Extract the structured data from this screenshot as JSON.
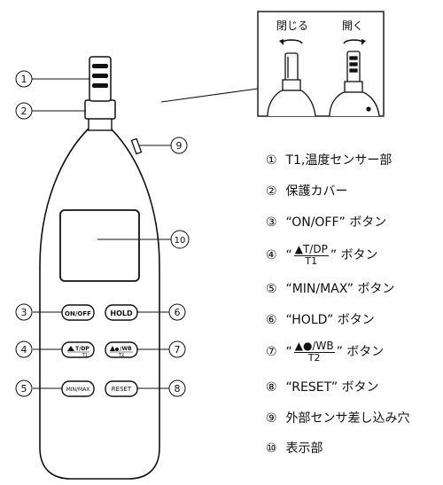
{
  "callouts": [
    "①",
    "②",
    "③",
    "④",
    "⑤",
    "⑥",
    "⑦",
    "⑧",
    "⑨",
    "⑩"
  ],
  "buttons": {
    "onoff": "ON/OFF",
    "hold": "HOLD",
    "tdp_top": "T/DP",
    "tdp_bottom": "T1",
    "wb_top": "/WB",
    "wb_bottom": "T2",
    "minmax": "MIN/MAX",
    "reset": "RESET"
  },
  "inset": {
    "close_label": "閉じる",
    "open_label": "開く"
  },
  "legend": [
    {
      "num": "①",
      "text": "T1,温度センサー部"
    },
    {
      "num": "②",
      "text": "保護カバー"
    },
    {
      "num": "③",
      "text": "“ON/OFF” ボタン"
    },
    {
      "num": "④",
      "quote_open": "“",
      "frac_top": "T/DP",
      "frac_bottom": "T1",
      "quote_close": "”",
      "suffix": "ボタン"
    },
    {
      "num": "⑤",
      "text": "“MIN/MAX” ボタン"
    },
    {
      "num": "⑥",
      "text": "“HOLD” ボタン"
    },
    {
      "num": "⑦",
      "quote_open": "“",
      "frac_top": "/WB",
      "frac_bottom": "T2",
      "quote_close": "”",
      "suffix": "ボタン"
    },
    {
      "num": "⑧",
      "text": "“RESET” ボタン"
    },
    {
      "num": "⑨",
      "text": "外部センサ差し込み穴"
    },
    {
      "num": "⑩",
      "text": "表示部"
    }
  ]
}
